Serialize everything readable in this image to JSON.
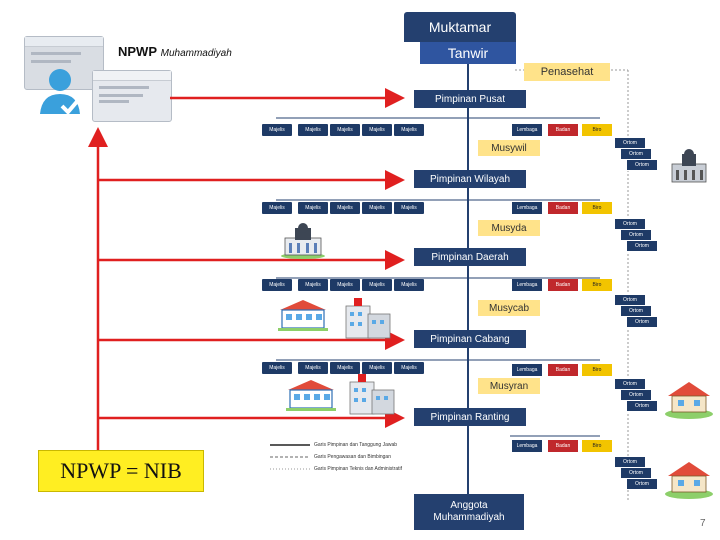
{
  "npwp_card": {
    "title_bold": "NPWP",
    "title_italic": "Muhammadiyah"
  },
  "org": {
    "muktamar": "Muktamar",
    "tanwir": "Tanwir",
    "penasehat": "Penasehat",
    "pusat": "Pimpinan Pusat",
    "musywil": "Musywil",
    "wilayah": "Pimpinan Wilayah",
    "musyda": "Musyda",
    "daerah": "Pimpinan Daerah",
    "musycab": "Musycab",
    "cabang": "Pimpinan Cabang",
    "musyran": "Musyran",
    "ranting": "Pimpinan Ranting",
    "anggota_line1": "Anggota",
    "anggota_line2": "Muhammadiyah"
  },
  "unit_labels": {
    "majelis": "Majelis",
    "lembaga": "Lembaga",
    "badan": "Badan",
    "biro": "Biro",
    "ortom": "Ortom"
  },
  "legend": [
    "Garis Pimpinan dan Tanggung Jawab",
    "Garis Pengawasan dan Bimbingan",
    "Garis Pimpinan Teknis dan Administratif"
  ],
  "nib_label": "NPWP = NIB",
  "page_number": "7",
  "colors": {
    "navy": "#24406f",
    "yellow": "#ffe38a",
    "red_arrow": "#e02020",
    "nib_box": "#ffee22"
  }
}
